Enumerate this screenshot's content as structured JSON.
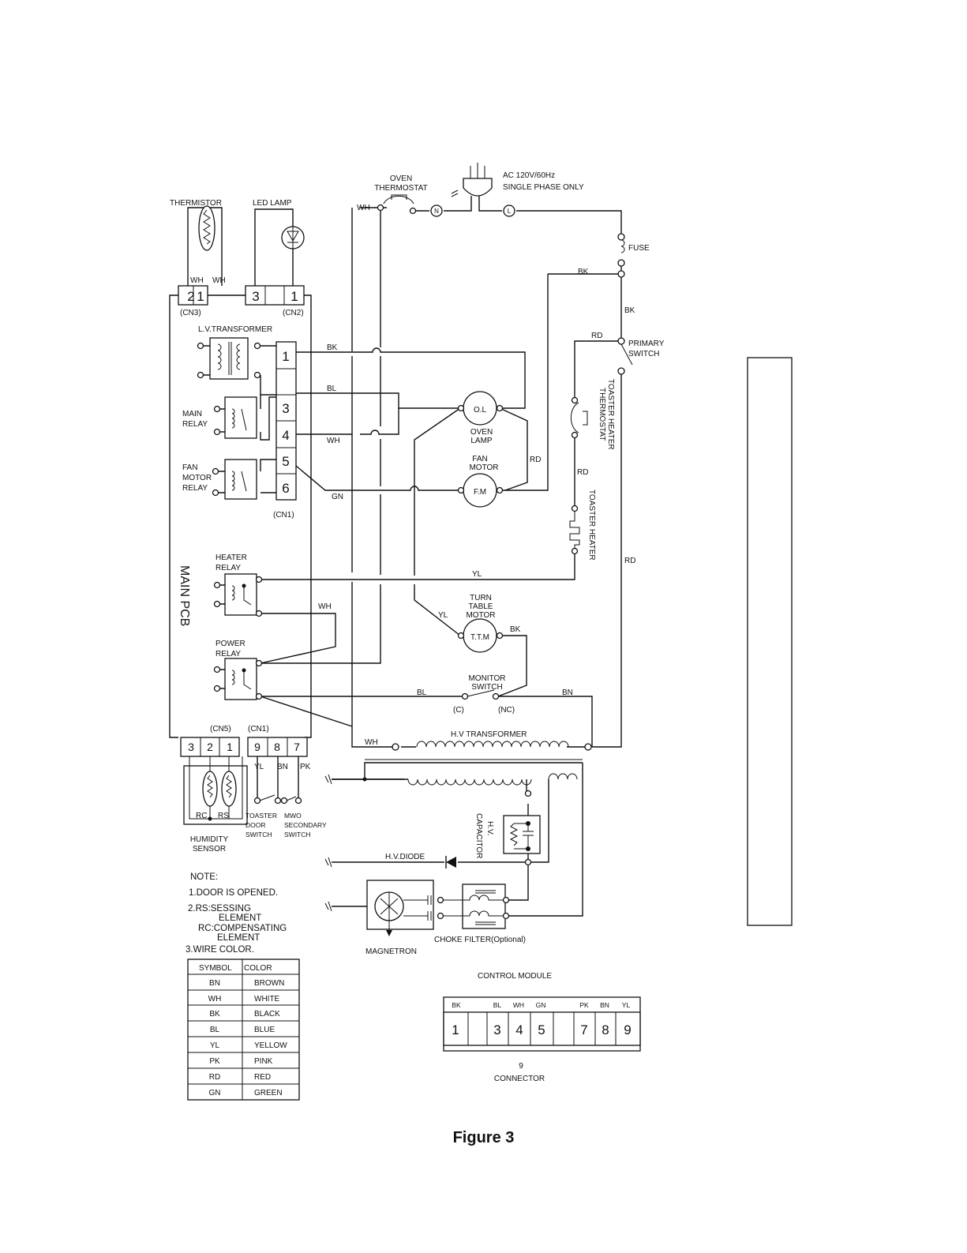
{
  "labels": {
    "oven_thermostat_1": "OVEN",
    "oven_thermostat_2": "THERMOSTAT",
    "ac_1": "AC 120V/60Hz",
    "ac_2": "SINGLE PHASE ONLY",
    "thermistor": "THERMISTOR",
    "led_lamp": "LED LAMP",
    "fuse": "FUSE",
    "primary_switch_1": "PRIMARY",
    "primary_switch_2": "SWITCH",
    "lv_transformer": "L.V.TRANSFORMER",
    "main_relay_1": "MAIN",
    "main_relay_2": "RELAY",
    "fan_relay_1": "FAN",
    "fan_relay_2": "MOTOR",
    "fan_relay_3": "RELAY",
    "heater_relay_1": "HEATER",
    "heater_relay_2": "RELAY",
    "power_relay_1": "POWER",
    "power_relay_2": "RELAY",
    "main_pcb": "MAIN PCB",
    "ol": "O.L",
    "oven_lamp_1": "OVEN",
    "oven_lamp_2": "LAMP",
    "fan_motor_1": "FAN",
    "fan_motor_2": "MOTOR",
    "fm": "F.M",
    "toaster_heater_thermostat_1": "TOASTER HEATER",
    "toaster_heater_thermostat_2": "THERMOSTAT",
    "toaster_heater": "TOASTER HEATER",
    "turntable_1": "TURN",
    "turntable_2": "TABLE",
    "turntable_3": "MOTOR",
    "ttm": "T.T.M",
    "monitor_switch_1": "MONITOR",
    "monitor_switch_2": "SWITCH",
    "c": "(C)",
    "nc": "(NC)",
    "hv_transformer": "H.V   TRANSFORMER",
    "hv_capacitor_1": "H.V.",
    "hv_capacitor_2": "CAPACITOR",
    "hv_diode": "H.V.DIODE",
    "magnetron": "MAGNETRON",
    "choke_filter": "CHOKE FILTER(Optional)",
    "humidity_sensor_1": "HUMIDITY",
    "humidity_sensor_2": "SENSOR",
    "toaster_door_switch_1": "TOASTER",
    "toaster_door_switch_2": "DOOR",
    "toaster_door_switch_3": "SWITCH",
    "mwo_secondary_switch_1": "MWO",
    "mwo_secondary_switch_2": "SECONDARY",
    "mwo_secondary_switch_3": "SWITCH",
    "cn1": "(CN1)",
    "cn2": "(CN2)",
    "cn3": "(CN3)",
    "cn5": "(CN5)",
    "cn1_bottom": "(CN1)",
    "rc": "RC",
    "rs": "RS",
    "control_module": "CONTROL MODULE",
    "connector_1": "9",
    "connector_2": "CONNECTOR"
  },
  "wire_labels": {
    "wh_thermostat": "WH",
    "wh_cn3_a": "WH",
    "wh_cn3_b": "WH",
    "bk_top": "BK",
    "bk_fuse": "BK",
    "rd_primary": "RD",
    "bk_cn1": "BK",
    "bl_cn1": "BL",
    "wh_cn1": "WH",
    "gn_cn1": "GN",
    "rd_fm": "RD",
    "rd_heater": "RD",
    "rd_right": "RD",
    "yl_heater": "YL",
    "wh_power": "WH",
    "yl_ttm": "YL",
    "bk_ttm": "BK",
    "bl_monitor": "BL",
    "bn_monitor": "BN",
    "wh_hvt": "WH",
    "yl_cn1b": "YL",
    "bn_cn1b": "BN",
    "pk_cn1b": "PK"
  },
  "connectors": {
    "cn3": [
      "2",
      "1"
    ],
    "cn2": [
      "3",
      "",
      "1"
    ],
    "cn1": [
      "1",
      "",
      "3",
      "4",
      "5",
      "6"
    ],
    "cn5": [
      "3",
      "2",
      "1"
    ],
    "cn1_bottom": [
      "9",
      "8",
      "7"
    ]
  },
  "notes": {
    "title": "NOTE:",
    "line1": "1.DOOR IS OPENED.",
    "line2": "2.RS:SESSING",
    "line3": "ELEMENT",
    "line4": "RC:COMPENSATING",
    "line5": "ELEMENT",
    "line6": "3.WIRE COLOR."
  },
  "color_table": {
    "headers": [
      "SYMBOL",
      "COLOR"
    ],
    "rows": [
      [
        "BN",
        "BROWN"
      ],
      [
        "WH",
        "WHITE"
      ],
      [
        "BK",
        "BLACK"
      ],
      [
        "BL",
        "BLUE"
      ],
      [
        "YL",
        "YELLOW"
      ],
      [
        "PK",
        "PINK"
      ],
      [
        "RD",
        "RED"
      ],
      [
        "GN",
        "GREEN"
      ]
    ]
  },
  "control_module": {
    "wire_colors": [
      "BK",
      "BL",
      "WH",
      "GN",
      "PK",
      "BN",
      "YL"
    ],
    "pins": [
      "1",
      "",
      "3",
      "4",
      "5",
      "",
      "7",
      "8",
      "9"
    ]
  },
  "figure_caption": "Figure 3"
}
